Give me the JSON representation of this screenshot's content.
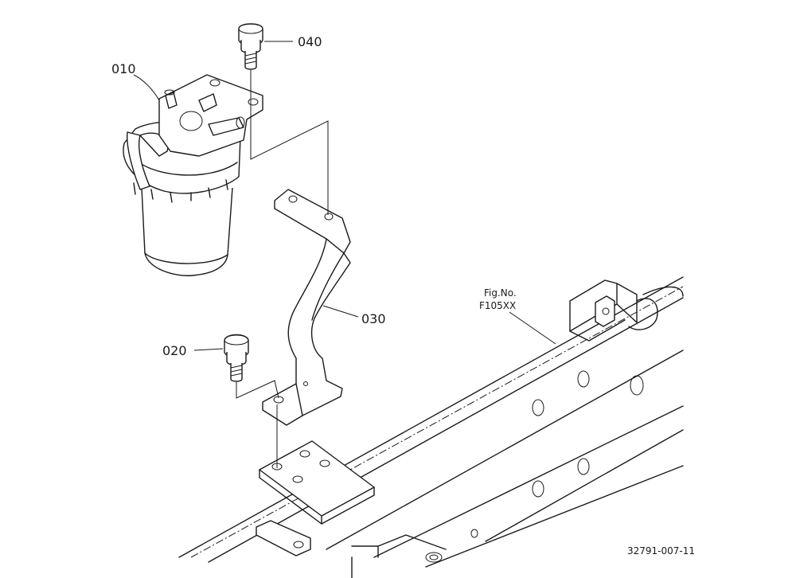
{
  "parts": {
    "p010": "010",
    "p020": "020",
    "p030": "030",
    "p040": "040"
  },
  "reference": {
    "fig_label": "Fig.No.",
    "fig_number": "F105XX"
  },
  "drawing_number": "32791-007-11"
}
